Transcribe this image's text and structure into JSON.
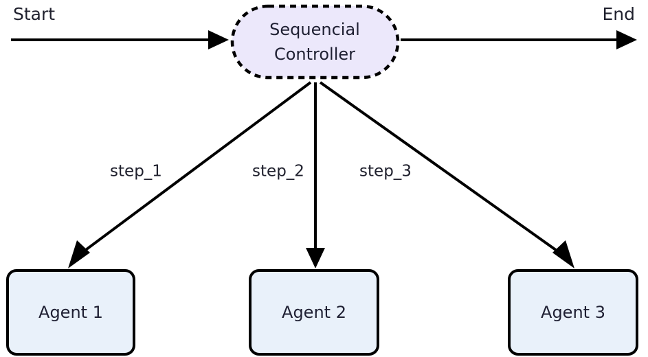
{
  "diagram": {
    "type": "flowchart",
    "title_text": "",
    "background_color": "#ffffff",
    "endpoints": {
      "start_label": "Start",
      "end_label": "End"
    },
    "controller": {
      "label_line1": "Sequencial",
      "label_line2": "Controller",
      "shape": "stadium",
      "border_style": "dashed",
      "fill_color": "#ece8fb",
      "border_color": "#000000",
      "text_color": "#1f2033"
    },
    "agents": [
      {
        "label": "Agent 1",
        "shape": "rounded-rect",
        "fill_color": "#e9f1fa",
        "border_color": "#000000"
      },
      {
        "label": "Agent 2",
        "shape": "rounded-rect",
        "fill_color": "#e9f1fa",
        "border_color": "#000000"
      },
      {
        "label": "Agent 3",
        "shape": "rounded-rect",
        "fill_color": "#e9f1fa",
        "border_color": "#000000"
      }
    ],
    "edge_labels": [
      {
        "label": "step_1"
      },
      {
        "label": "step_2"
      },
      {
        "label": "step_3"
      }
    ]
  }
}
